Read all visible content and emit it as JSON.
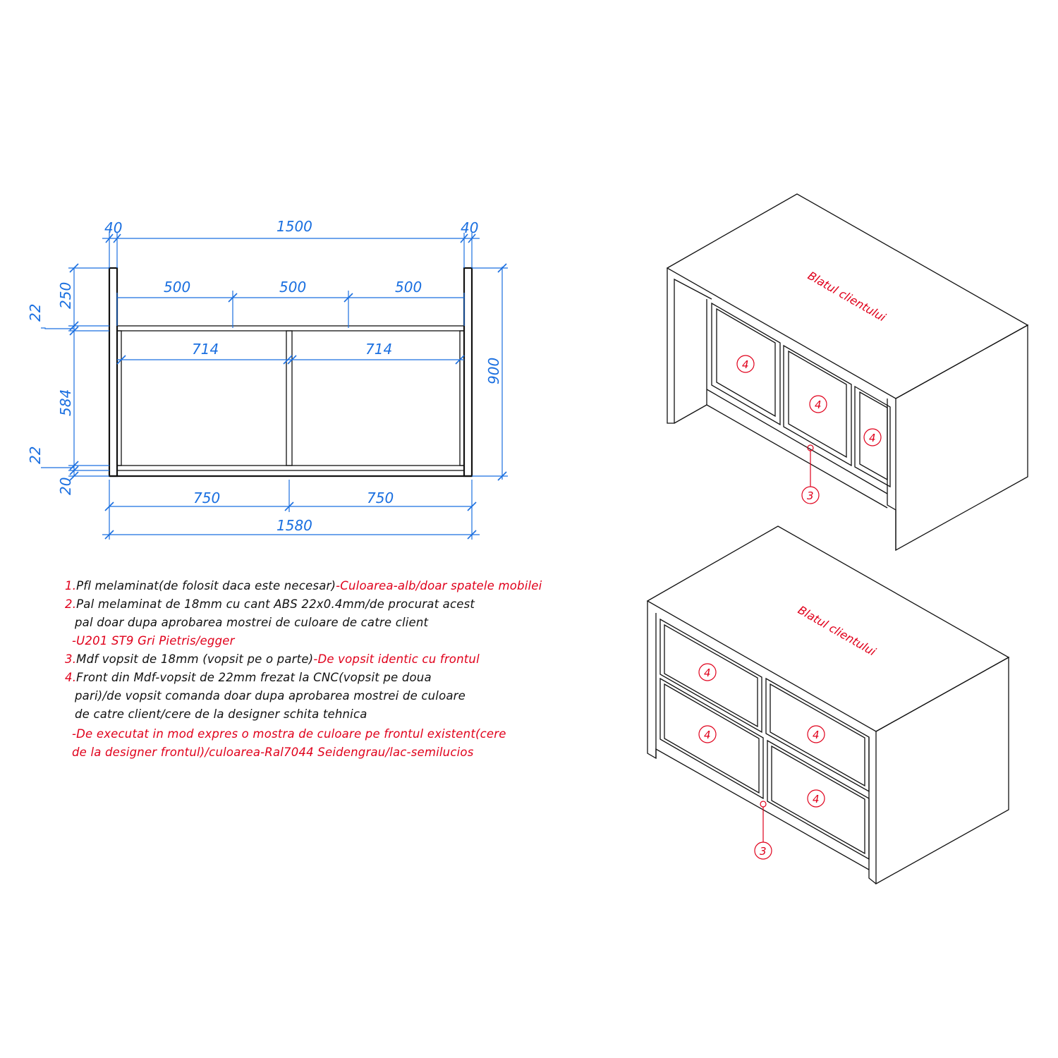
{
  "colors": {
    "dimension": "#1a6fe0",
    "annotation": "#e0001b",
    "outline": "#111111"
  },
  "dimensions": {
    "top_left": "40",
    "top_total": "1500",
    "top_right": "40",
    "shelf_1": "500",
    "shelf_2": "500",
    "shelf_3": "500",
    "inner_left": "714",
    "inner_right": "714",
    "left_top_gap": "250",
    "left_panel_1": "22",
    "left_height": "584",
    "left_panel_2": "22",
    "left_base": "20",
    "right_height": "900",
    "bottom_left": "750",
    "bottom_right": "750",
    "bottom_total": "1580"
  },
  "views": {
    "top_label": "Blatul clientului",
    "bottom_label": "Blatul clientului",
    "mark_front": "4",
    "mark_mdf": "3"
  },
  "notes": {
    "n1_num": "1.",
    "n1_text": "Pfl melaminat(de folosit daca este necesar)",
    "n1_red": "-Culoarea-alb/doar spatele mobilei",
    "n2_num": "2.",
    "n2_text": "Pal melaminat de 18mm cu cant ABS 22x0.4mm/de procurat acest",
    "n2_line2": "pal doar dupa aprobarea mostrei de culoare de catre client",
    "n2_red": "-U201 ST9 Gri Pietris/egger",
    "n3_num": "3.",
    "n3_text": "Mdf vopsit de 18mm (vopsit pe o parte)",
    "n3_red": "-De vopsit identic cu frontul",
    "n4_num": "4.",
    "n4_text": "Front din Mdf-vopsit de 22mm frezat la CNC(vopsit pe doua",
    "n4_line2": "pari)/de vopsit comanda doar dupa aprobarea mostrei de culoare",
    "n4_line3": "de catre client/cere de la designer schita tehnica",
    "n4_red1": "-De executat in mod expres o mostra de culoare pe frontul existent(cere",
    "n4_red2": "de la designer frontul)/culoarea-Ral7044 Seidengrau/lac-semilucios"
  }
}
